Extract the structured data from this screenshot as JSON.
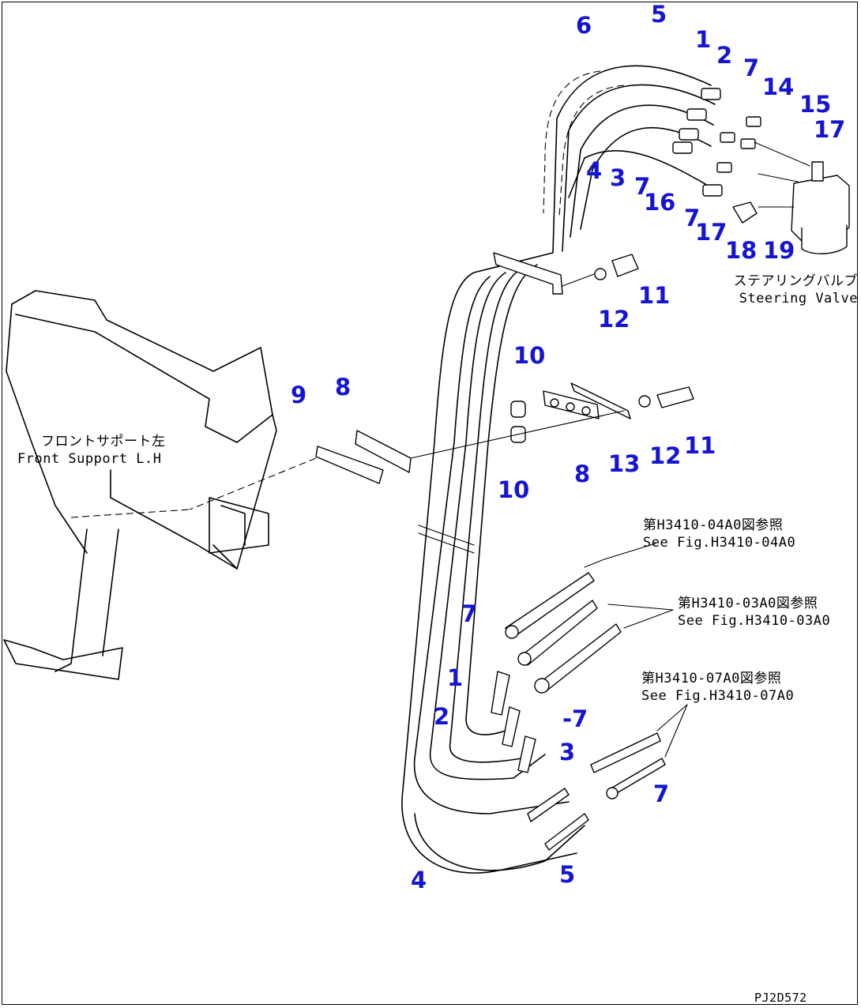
{
  "callouts": [
    {
      "id": "c5a",
      "text": "5"
    },
    {
      "id": "c6",
      "text": "6"
    },
    {
      "id": "c1a",
      "text": "1"
    },
    {
      "id": "c2a",
      "text": "2"
    },
    {
      "id": "c7a",
      "text": "7"
    },
    {
      "id": "c14",
      "text": "14"
    },
    {
      "id": "c15",
      "text": "15"
    },
    {
      "id": "c17a",
      "text": "17"
    },
    {
      "id": "c4a",
      "text": "4"
    },
    {
      "id": "c3a",
      "text": "3"
    },
    {
      "id": "c7b",
      "text": "7"
    },
    {
      "id": "c16",
      "text": "16"
    },
    {
      "id": "c7c",
      "text": "7"
    },
    {
      "id": "c17b",
      "text": "17"
    },
    {
      "id": "c18",
      "text": "18"
    },
    {
      "id": "c19",
      "text": "19"
    },
    {
      "id": "c11a",
      "text": "11"
    },
    {
      "id": "c12a",
      "text": "12"
    },
    {
      "id": "c10a",
      "text": "10"
    },
    {
      "id": "c9",
      "text": "9"
    },
    {
      "id": "c8a",
      "text": "8"
    },
    {
      "id": "c12b",
      "text": "12"
    },
    {
      "id": "c11b",
      "text": "11"
    },
    {
      "id": "c13",
      "text": "13"
    },
    {
      "id": "c8b",
      "text": "8"
    },
    {
      "id": "c10b",
      "text": "10"
    },
    {
      "id": "c7d",
      "text": "7"
    },
    {
      "id": "c1b",
      "text": "1"
    },
    {
      "id": "c2b",
      "text": "2"
    },
    {
      "id": "c7e",
      "text": "-7"
    },
    {
      "id": "c3b",
      "text": "3"
    },
    {
      "id": "c7f",
      "text": "7"
    },
    {
      "id": "c4b",
      "text": "4"
    },
    {
      "id": "c5b",
      "text": "5"
    }
  ],
  "notes": {
    "steering_valve": {
      "jp": "ステアリングバルブ",
      "en": "Steering Valve"
    },
    "front_support": {
      "jp": "フロントサポート左",
      "en": "Front Support L.H"
    },
    "ref_04a0": {
      "jp": "第H3410-04A0図参照",
      "en": "See Fig.H3410-04A0"
    },
    "ref_03a0": {
      "jp": "第H3410-03A0図参照",
      "en": "See Fig.H3410-03A0"
    },
    "ref_07a0": {
      "jp": "第H3410-07A0図参照",
      "en": "See Fig.H3410-07A0"
    }
  },
  "drawing_code": "PJ2D572",
  "colors": {
    "callout": "#1414d2",
    "line": "#000000",
    "background": "#ffffff"
  }
}
